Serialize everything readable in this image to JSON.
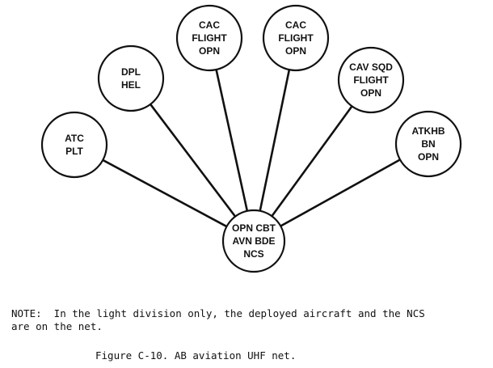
{
  "diagram": {
    "hub": {
      "id": "ncs",
      "lines": [
        "OPN CBT",
        "AVN BDE",
        "NCS"
      ]
    },
    "stations": [
      {
        "id": "atc-plt",
        "lines": [
          "ATC",
          "PLT"
        ]
      },
      {
        "id": "dpl-hel",
        "lines": [
          "DPL",
          "HEL"
        ]
      },
      {
        "id": "cac-flight-opn-1",
        "lines": [
          "CAC",
          "FLIGHT",
          "OPN"
        ]
      },
      {
        "id": "cac-flight-opn-2",
        "lines": [
          "CAC",
          "FLIGHT",
          "OPN"
        ]
      },
      {
        "id": "cav-sqd-flight-opn",
        "lines": [
          "CAV SQD",
          "FLIGHT",
          "OPN"
        ]
      },
      {
        "id": "atkhb-bn-opn",
        "lines": [
          "ATKHB",
          "BN",
          "OPN"
        ]
      }
    ],
    "stroke_color": "#111111"
  },
  "note": {
    "line1": "NOTE:  In the light division only, the deployed aircraft and the NCS",
    "line2": "are on the net."
  },
  "caption": "Figure C-10. AB aviation UHF net."
}
